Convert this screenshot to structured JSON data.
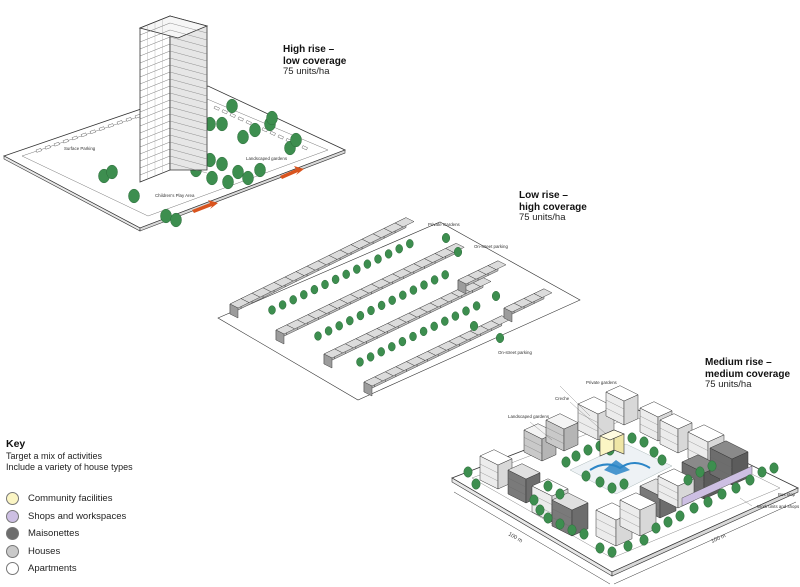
{
  "high_rise": {
    "title_line1": "High rise –",
    "title_line2": "low coverage",
    "density": "75 units/ha",
    "labels": {
      "parking": "Surface Parking",
      "gardens": "Landscaped gardens",
      "play": "Children's Play Area"
    }
  },
  "low_rise": {
    "title_line1": "Low rise –",
    "title_line2": "high coverage",
    "density": "75 units/ha",
    "labels": {
      "gardens": "Private Gardens",
      "parking_top": "On-street parking",
      "parking_bottom": "On-street parking"
    }
  },
  "medium_rise": {
    "title_line1": "Medium rise –",
    "title_line2": "medium coverage",
    "density": "75 units/ha",
    "labels": {
      "private": "Private gardens",
      "creche": "Creche",
      "landscaped": "Landscaped gardens",
      "bus": "Bus stop",
      "work": "Work units and shops",
      "dim_left": "100 m",
      "dim_right": "100 m"
    }
  },
  "key": {
    "title": "Key",
    "line1": "Target a mix of activities",
    "line2": "Include a variety of house types",
    "items": [
      {
        "label": "Community facilities",
        "color": "#fbf5c4"
      },
      {
        "label": "Shops and workspaces",
        "color": "#cdbfe3"
      },
      {
        "label": "Maisonettes",
        "color": "#6d6d6d"
      },
      {
        "label": "Houses",
        "color": "#c9c9c9"
      },
      {
        "label": "Apartments",
        "color": "#ffffff"
      }
    ]
  },
  "colors": {
    "tree": "#3d8e4f",
    "tree_dark": "#2d6b3b",
    "building_top": "#f4f4f4",
    "building_side": "#d7d7d7",
    "house": "#bdbdbd",
    "maisonette": "#6d6d6d",
    "water": "#2c86c7",
    "arrow": "#d9541e"
  }
}
